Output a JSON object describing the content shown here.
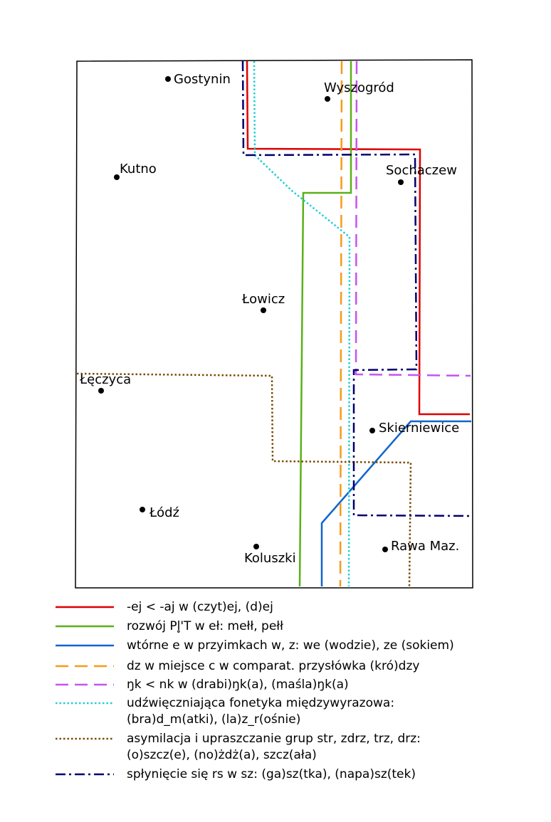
{
  "towns": [
    {
      "name": "Gostynin"
    },
    {
      "name": "Wyszogród"
    },
    {
      "name": "Kutno"
    },
    {
      "name": "Sochaczew"
    },
    {
      "name": "Łowicz"
    },
    {
      "name": "Łęczyca"
    },
    {
      "name": "Skierniewice"
    },
    {
      "name": "Łódź"
    },
    {
      "name": "Rawa Maz."
    },
    {
      "name": "Koluszki"
    }
  ],
  "isoglosses": [
    {
      "id": "ej",
      "color": "#e00000",
      "style": "solid",
      "label": "-ej < -aj w (czyt)ej, (d)ej"
    },
    {
      "id": "pl",
      "color": "#5ab019",
      "style": "solid",
      "label": "rozwój Pl̥'T w eł: mełł, pełł"
    },
    {
      "id": "we",
      "color": "#1166cc",
      "style": "solid",
      "label": "wtórne e w przyimkach w, z: we (wodzie), ze (sokiem)"
    },
    {
      "id": "dz",
      "color": "#f59b1a",
      "style": "dashed",
      "label": "dz w miejsce c w comparat. przysłówka (kró)dzy"
    },
    {
      "id": "nk",
      "color": "#c455f0",
      "style": "dashed",
      "label": "ŋk < nk w (drabi)ŋk(a), (maśla)ŋk(a)"
    },
    {
      "id": "udzw",
      "color": "#1ccfd6",
      "style": "dotted",
      "label": "udźwięczniająca fonetyka międzywyrazowa:",
      "label2": "(bra)d_m(atki), (la)z_r(ośnie)"
    },
    {
      "id": "asym",
      "color": "#7a4a00",
      "style": "dotted",
      "label": "asymilacja i upraszczanie grup str, zdrz, trz, drz:",
      "label2": "(o)szcz(e), (no)żdż(a), szcz(ała)"
    },
    {
      "id": "rs",
      "color": "#000070",
      "style": "dashdot",
      "label": "spłynięcie się rs w sz: (ga)sz(tka), (napa)sz(tek)"
    }
  ]
}
